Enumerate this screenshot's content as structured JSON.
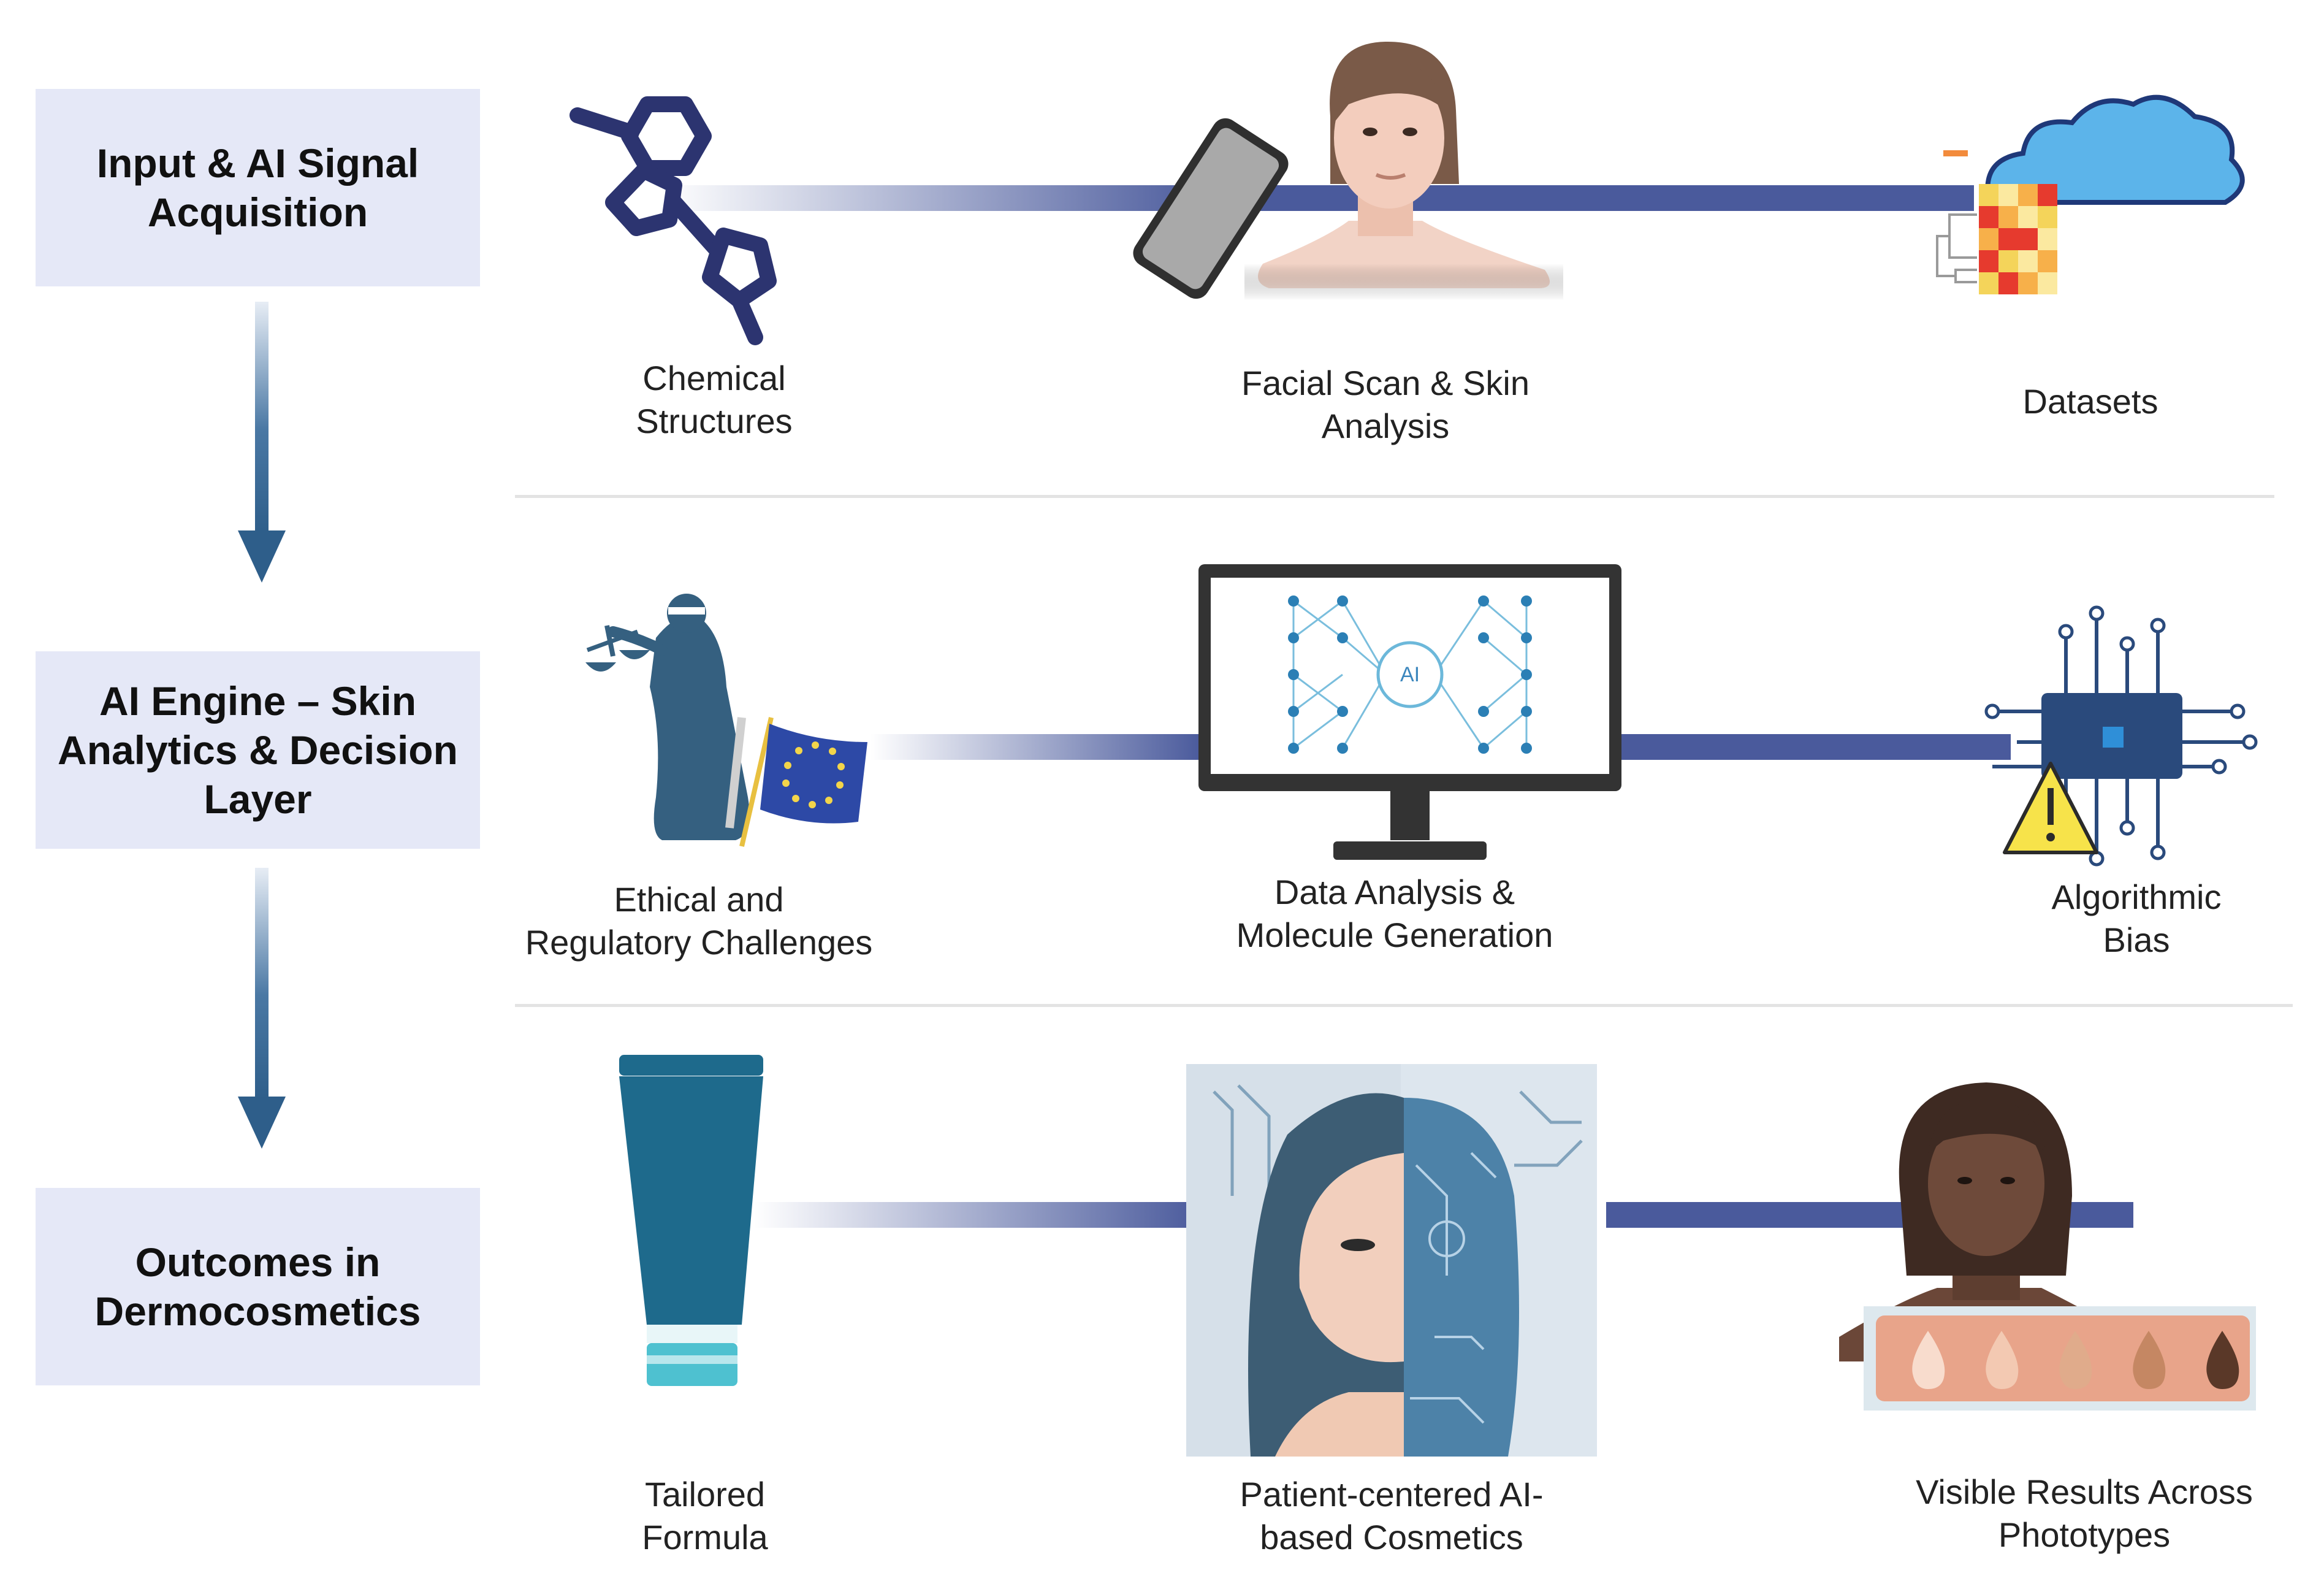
{
  "stages": [
    {
      "label": "Input & AI Signal Acquisition"
    },
    {
      "label": "AI Engine – Skin Analytics & Decision Layer"
    },
    {
      "label": "Outcomes in Dermocosmetics"
    }
  ],
  "rows": [
    {
      "items": [
        {
          "label": "Chemical\nStructures",
          "icon": "chemical-structure-icon"
        },
        {
          "label": "Facial Scan & Skin\nAnalysis",
          "icon": "facial-scan-icon"
        },
        {
          "label": "Datasets",
          "icon": "datasets-cloud-icon"
        }
      ]
    },
    {
      "items": [
        {
          "label": "Ethical and\nRegulatory Challenges",
          "icon": "justice-eu-flag-icon"
        },
        {
          "label": "Data Analysis &\nMolecule Generation",
          "icon": "ai-neural-network-monitor-icon"
        },
        {
          "label": "Algorithmic\nBias",
          "icon": "circuit-chip-warning-icon"
        }
      ]
    },
    {
      "items": [
        {
          "label": "Tailored\nFormula",
          "icon": "cosmetic-tube-icon"
        },
        {
          "label": "Patient-centered  AI-\nbased Cosmetics",
          "icon": "half-ai-face-icon"
        },
        {
          "label": "Visible Results Across\nPhototypes",
          "icon": "phototype-skin-tones-icon"
        }
      ]
    }
  ],
  "icons": {
    "ai_chip_text": "AI"
  },
  "colors": {
    "stage_box_bg": "#e5e8f7",
    "arrow": "#2e5e8a",
    "connector": "#4a5a9c",
    "navy": "#2c3470",
    "teal": "#1e6a8c"
  }
}
